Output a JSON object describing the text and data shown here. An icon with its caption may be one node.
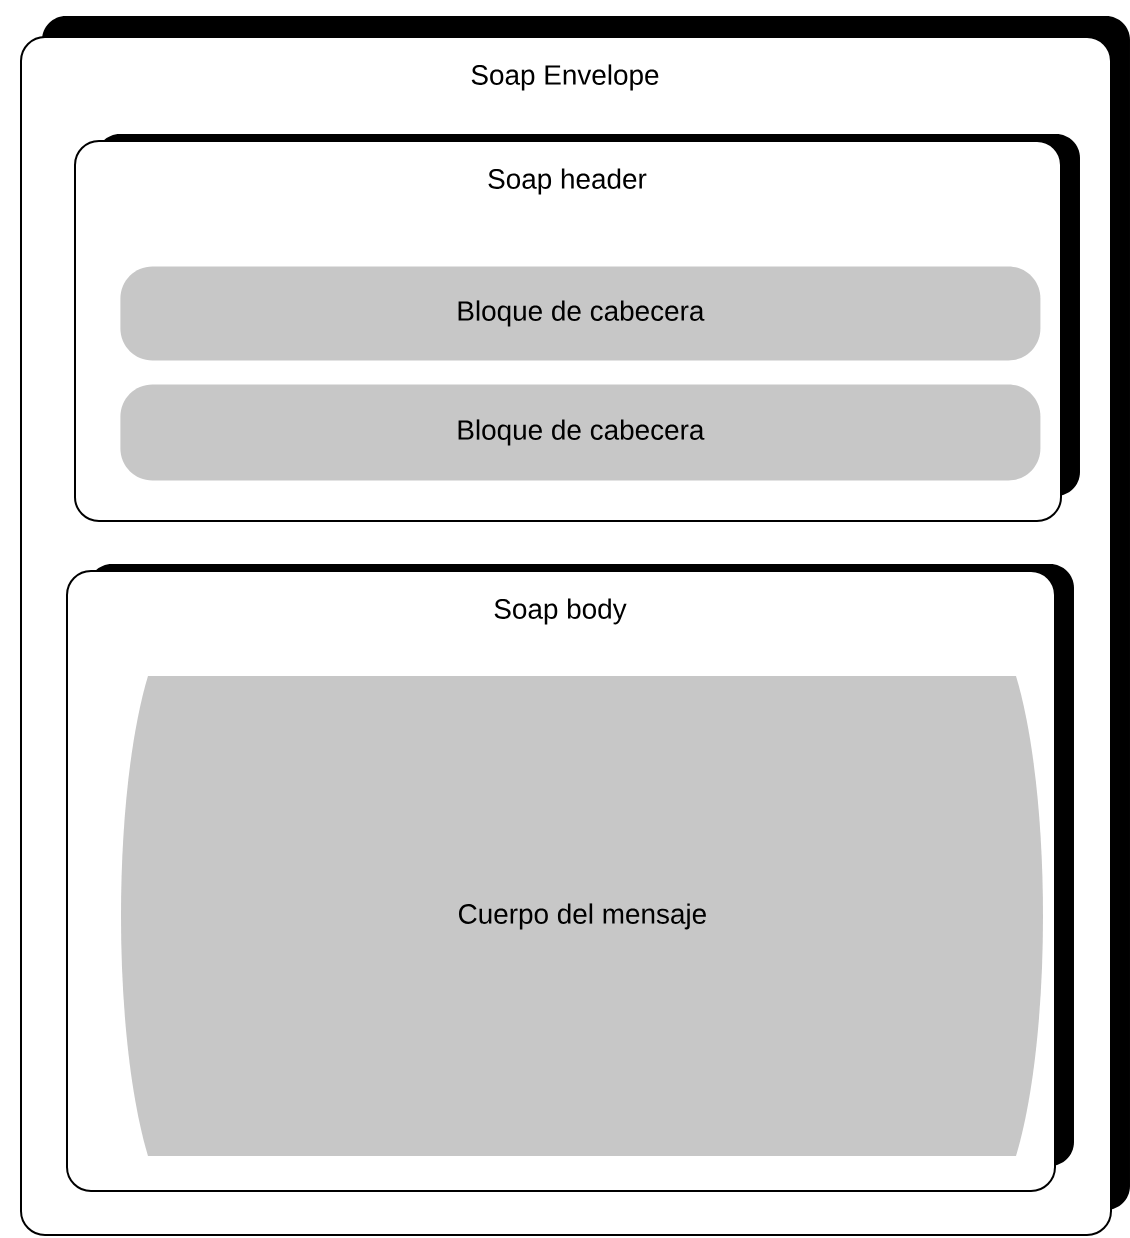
{
  "diagram": {
    "nodes": [
      {
        "text": [
          "Soap Envelope"
        ]
      },
      {
        "text": [
          "Soap header"
        ],
        "in": 0
      },
      {
        "text": [
          "Bloque de cabecera"
        ],
        "in": 1
      },
      {
        "text": [
          "Bloque de cabecera"
        ],
        "in": 1
      },
      {
        "text": [
          "Soap body"
        ],
        "in": 0
      },
      {
        "text": [
          "Cuerpo del mensaje"
        ],
        "in": 4
      }
    ]
  }
}
